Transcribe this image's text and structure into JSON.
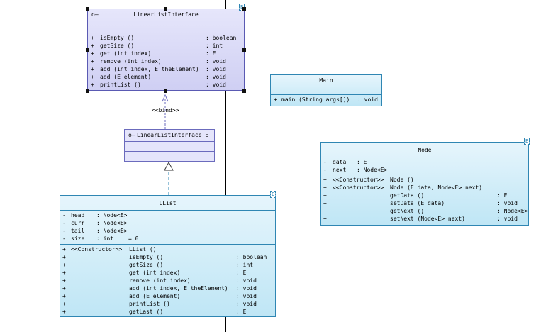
{
  "bind_label": "<<bind>>",
  "template_param": "E",
  "linear_list_interface": {
    "name": "LinearListInterface",
    "operations": [
      {
        "vis": "+",
        "name": "isEmpty ()",
        "type": ": boolean"
      },
      {
        "vis": "+",
        "name": "getSize ()",
        "type": ": int"
      },
      {
        "vis": "+",
        "name": "get (int index)",
        "type": ": E"
      },
      {
        "vis": "+",
        "name": "remove (int index)",
        "type": ": void"
      },
      {
        "vis": "+",
        "name": "add (int index, E theElement)",
        "type": ": void"
      },
      {
        "vis": "+",
        "name": "add (E element)",
        "type": ": void"
      },
      {
        "vis": "+",
        "name": "printList ()",
        "type": ": void"
      }
    ]
  },
  "main_class": {
    "name": "Main",
    "operations": [
      {
        "vis": "+",
        "name": "main (String args[])",
        "type": ": void"
      }
    ]
  },
  "bound_interface": {
    "name": "LinearListInterface_E"
  },
  "node_class": {
    "name": "Node",
    "attributes": [
      {
        "vis": "-",
        "name": "data",
        "type": ": E"
      },
      {
        "vis": "-",
        "name": "next",
        "type": ": Node<E>"
      }
    ],
    "operations": [
      {
        "vis": "+",
        "stereo": "<<Constructor>>",
        "name": "Node ()",
        "type": ""
      },
      {
        "vis": "+",
        "stereo": "<<Constructor>>",
        "name": "Node (E data, Node<E> next)",
        "type": ""
      },
      {
        "vis": "+",
        "stereo": "",
        "name": "getData ()",
        "type": ": E"
      },
      {
        "vis": "+",
        "stereo": "",
        "name": "setData (E data)",
        "type": ": void"
      },
      {
        "vis": "+",
        "stereo": "",
        "name": "getNext ()",
        "type": ": Node<E>"
      },
      {
        "vis": "+",
        "stereo": "",
        "name": "setNext (Node<E> next)",
        "type": ": void"
      }
    ]
  },
  "llist_class": {
    "name": "LList",
    "attributes": [
      {
        "vis": "-",
        "name": "head",
        "type": ": Node<E>",
        "init": ""
      },
      {
        "vis": "-",
        "name": "curr",
        "type": ": Node<E>",
        "init": ""
      },
      {
        "vis": "-",
        "name": "tail",
        "type": ": Node<E>",
        "init": ""
      },
      {
        "vis": "-",
        "name": "size",
        "type": ": int",
        "init": "= 0"
      }
    ],
    "operations": [
      {
        "vis": "+",
        "stereo": "<<Constructor>>",
        "name": "LList ()",
        "type": ""
      },
      {
        "vis": "+",
        "stereo": "",
        "name": "isEmpty ()",
        "type": ": boolean"
      },
      {
        "vis": "+",
        "stereo": "",
        "name": "getSize ()",
        "type": ": int"
      },
      {
        "vis": "+",
        "stereo": "",
        "name": "get (int index)",
        "type": ": E"
      },
      {
        "vis": "+",
        "stereo": "",
        "name": "remove (int index)",
        "type": ": void"
      },
      {
        "vis": "+",
        "stereo": "",
        "name": "add (int index, E theElement)",
        "type": ": void"
      },
      {
        "vis": "+",
        "stereo": "",
        "name": "add (E element)",
        "type": ": void"
      },
      {
        "vis": "+",
        "stereo": "",
        "name": "printList ()",
        "type": ": void"
      },
      {
        "vis": "+",
        "stereo": "",
        "name": "getLast ()",
        "type": ": E"
      }
    ]
  }
}
